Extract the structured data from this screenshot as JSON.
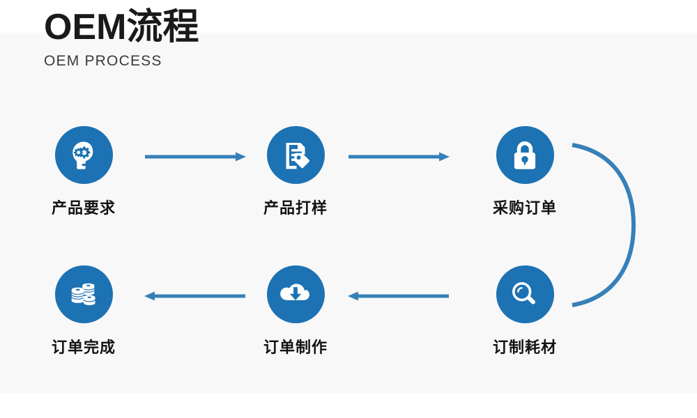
{
  "header": {
    "title": "OEM流程",
    "subtitle": "OEM PROCESS"
  },
  "theme": {
    "accent": "#1c72b3",
    "arrow": "#3680b8",
    "panel_bg": "#f8f8f8",
    "page_bg": "#ffffff",
    "label_color": "#121212",
    "title_color": "#1a1a1a"
  },
  "flow": {
    "nodes": [
      {
        "id": "product-requirement",
        "label": "产品要求",
        "icon": "head-gears-icon",
        "order": 1
      },
      {
        "id": "product-sampling",
        "label": "产品打样",
        "icon": "document-tag-icon",
        "order": 2
      },
      {
        "id": "purchase-order",
        "label": "采购订单",
        "icon": "padlock-icon",
        "order": 3
      },
      {
        "id": "custom-consumables",
        "label": "订制耗材",
        "icon": "magnifier-icon",
        "order": 4
      },
      {
        "id": "order-production",
        "label": "订单制作",
        "icon": "cloud-download-icon",
        "order": 5
      },
      {
        "id": "order-complete",
        "label": "订单完成",
        "icon": "coins-stack-icon",
        "order": 6
      }
    ],
    "connectors": [
      {
        "id": "arrow-0",
        "type": "straight-arrow",
        "direction": "right",
        "from": "product-requirement",
        "to": "product-sampling"
      },
      {
        "id": "arrow-1",
        "type": "straight-arrow",
        "direction": "right",
        "from": "product-sampling",
        "to": "purchase-order"
      },
      {
        "id": "arc-right",
        "type": "curved-arc",
        "direction": "down",
        "from": "purchase-order",
        "to": "custom-consumables"
      },
      {
        "id": "arrow-2",
        "type": "straight-arrow",
        "direction": "left",
        "from": "custom-consumables",
        "to": "order-production"
      },
      {
        "id": "arrow-3",
        "type": "straight-arrow",
        "direction": "left",
        "from": "order-production",
        "to": "order-complete"
      }
    ]
  }
}
